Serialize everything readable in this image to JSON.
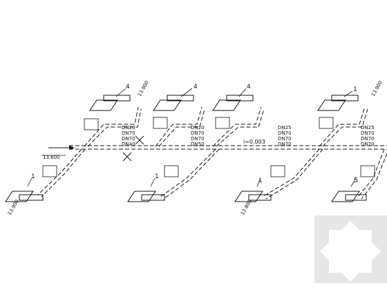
{
  "drawing": {
    "slope_label": "i=0.003",
    "elevation_inlet": "13.600",
    "elevations_upper": [
      "13.900",
      "13.900"
    ],
    "elevations_lower": [
      "13.900",
      "13.800"
    ],
    "branch_numbers_upper": [
      "4",
      "4",
      "4",
      "1"
    ],
    "branch_numbers_lower": [
      "1",
      "1",
      "1",
      "5"
    ],
    "pipe_sizes": [
      [
        "DN20",
        "DN70",
        "DN70",
        "DN40"
      ],
      [
        "DN20",
        "DN70",
        "DN70",
        "DN50"
      ],
      [
        "DN25",
        "DN70",
        "DN70",
        "DN70"
      ],
      [
        "DN25",
        "DN70",
        "DN70",
        "DN70"
      ]
    ]
  }
}
